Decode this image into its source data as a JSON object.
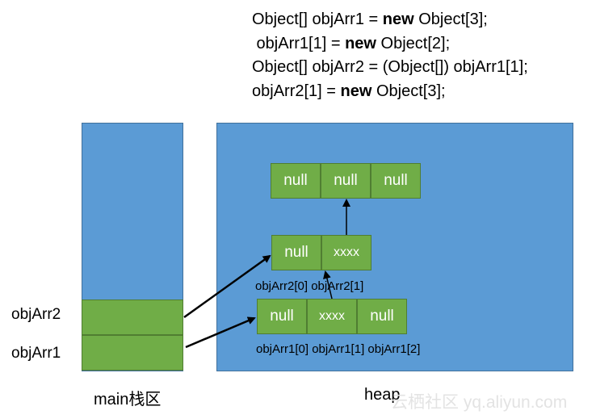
{
  "code": {
    "lines": [
      {
        "before": "Object[] objArr1 = ",
        "keyword": "new",
        "after": " Object[3];"
      },
      {
        "before": " objArr1[1] = ",
        "keyword": "new",
        "after": " Object[2];"
      },
      {
        "before": "Object[] objArr2 = (Object[]) objArr1[1];",
        "keyword": "",
        "after": ""
      },
      {
        "before": "objArr2[1] = ",
        "keyword": "new",
        "after": " Object[3];"
      }
    ]
  },
  "stack": {
    "caption": "main栈区",
    "vars": [
      "objArr2",
      "objArr1"
    ]
  },
  "heap": {
    "caption": "heap",
    "top_array": [
      "null",
      "null",
      "null"
    ],
    "arr2": {
      "cells": [
        "null",
        "xxxx"
      ],
      "index_label": "objArr2[0] objArr2[1]"
    },
    "arr1": {
      "cells": [
        "null",
        "xxxx",
        "null"
      ],
      "index_label": "objArr1[0] objArr1[1] objArr1[2]"
    }
  },
  "watermark": "云栖社区 yq.aliyun.com"
}
